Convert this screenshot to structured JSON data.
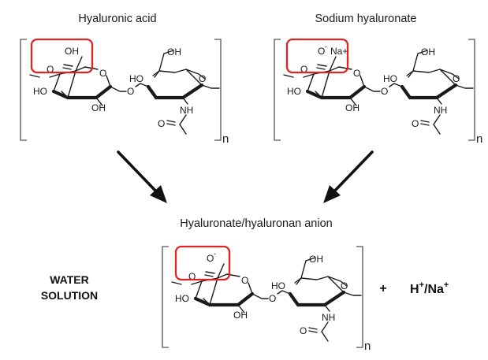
{
  "structures": [
    {
      "title": "Hyaluronic acid",
      "carboxyl_label": "OH",
      "counterion": "",
      "repeat_label": "n"
    },
    {
      "title": "Sodium hyaluronate",
      "carboxyl_label": "O",
      "carboxyl_charge": "-",
      "counterion": "Na+",
      "repeat_label": "n"
    },
    {
      "title": "Hyaluronate/hyaluronan anion",
      "carboxyl_label": "O",
      "carboxyl_charge": "-",
      "counterion": "",
      "repeat_label": "n"
    }
  ],
  "atoms": {
    "carbonyl_o": "O",
    "ring_o": "O",
    "hydroxyl": "HO",
    "oh": "OH",
    "nh": "NH"
  },
  "condition": {
    "line1": "WATER",
    "line2": "SOLUTION"
  },
  "products": {
    "plus": "+",
    "cation_h": "H",
    "cation_h_charge": "+",
    "separator": "/Na",
    "cation_na_charge": "+"
  },
  "colors": {
    "highlight": "#e02424",
    "ink": "#1a1a1a"
  }
}
